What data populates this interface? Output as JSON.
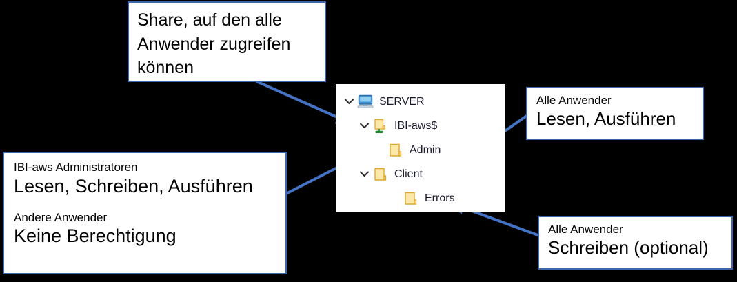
{
  "diagram": {
    "background_color": "#000000",
    "accent_color": "#4472C4",
    "box_border_color": "#3C66B0",
    "box_fill_color": "#FFFFFF"
  },
  "callouts": {
    "share": {
      "name": "share-callout",
      "lines": [
        "Share, auf den alle",
        "Anwender zugreifen",
        "können"
      ]
    },
    "admins": {
      "name": "admins-callout",
      "heading1": "IBI-aws Administratoren",
      "value1": "Lesen, Schreiben, Ausführen",
      "heading2": "Andere Anwender",
      "value2": "Keine Berechtigung"
    },
    "all_users_read": {
      "name": "all-users-read-callout",
      "heading": "Alle Anwender",
      "value": "Lesen, Ausführen"
    },
    "all_users_write": {
      "name": "all-users-write-callout",
      "heading": "Alle Anwender",
      "value": "Schreiben (optional)"
    }
  },
  "tree": {
    "name": "explorer-tree",
    "items": [
      {
        "label": "SERVER",
        "icon": "computer-icon",
        "expanded": true,
        "depth": 0,
        "has_chevron": true
      },
      {
        "label": "IBI-aws$",
        "icon": "shared-folder-icon",
        "expanded": true,
        "depth": 1,
        "has_chevron": true
      },
      {
        "label": "Admin",
        "icon": "folder-icon",
        "expanded": false,
        "depth": 2,
        "has_chevron": false
      },
      {
        "label": "Client",
        "icon": "folder-icon",
        "expanded": true,
        "depth": 2,
        "has_chevron": true
      },
      {
        "label": "Errors",
        "icon": "folder-icon",
        "expanded": false,
        "depth": 3,
        "has_chevron": false
      }
    ]
  },
  "arrows": [
    {
      "name": "arrow-share-to-ibi-aws",
      "from": "share-callout",
      "to": "tree-item-ibi-aws"
    },
    {
      "name": "arrow-admins-to-admin",
      "from": "admins-callout",
      "to": "tree-item-admin"
    },
    {
      "name": "arrow-allread-to-client",
      "from": "all-users-read-callout",
      "to": "tree-item-client"
    },
    {
      "name": "arrow-allwrite-to-errors",
      "from": "all-users-write-callout",
      "to": "tree-item-errors"
    }
  ]
}
